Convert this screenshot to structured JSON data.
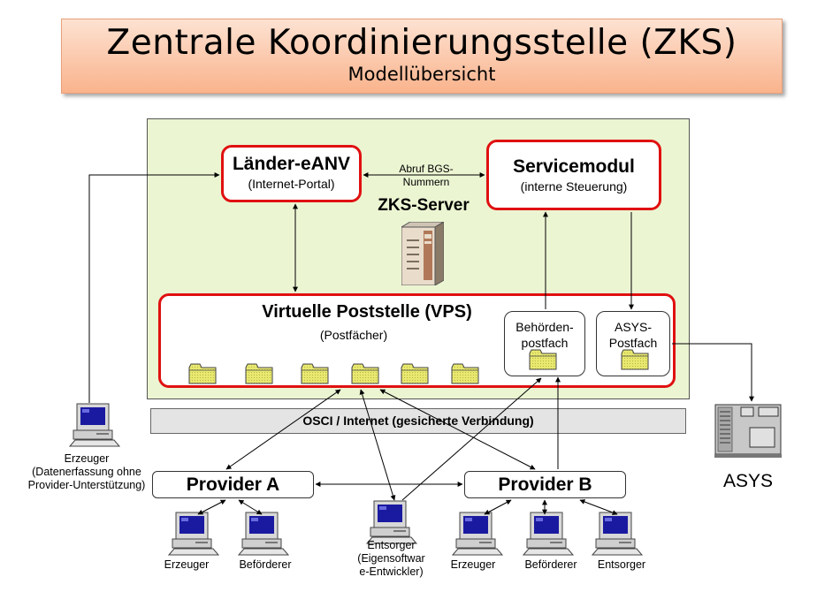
{
  "title": {
    "main": "Zentrale Koordinierungsstelle (ZKS)",
    "sub": "Modellübersicht"
  },
  "laender": {
    "title": "Länder-eANV",
    "subtitle": "(Internet-Portal)"
  },
  "service": {
    "title": "Servicemodul",
    "subtitle": "(interne Steuerung)"
  },
  "abruf": {
    "line1": "Abruf BGS-",
    "line2": "Nummern"
  },
  "server_label": "ZKS-Server",
  "vps": {
    "title": "Virtuelle Poststelle (VPS)",
    "subtitle": "(Postfächer)"
  },
  "behoerden": {
    "line1": "Behörden-",
    "line2": "postfach"
  },
  "asys_postfach": {
    "line1": "ASYS-",
    "line2": "Postfach"
  },
  "osci": "OSCI / Internet   (gesicherte Verbindung)",
  "provider_a": "Provider A",
  "provider_b": "Provider B",
  "asys_label": "ASYS",
  "erzeuger_left": {
    "line1": "Erzeuger",
    "line2": "(Datenerfassung ohne",
    "line3": "Provider-Unterstützung)"
  },
  "a_erzeuger": "Erzeuger",
  "a_befoerderer": "Beförderer",
  "entsorger_mid": {
    "line1": "Entsorger",
    "line2": "(Eigensoftwar",
    "line3": "e-Entwickler)"
  },
  "b_erzeuger": "Erzeuger",
  "b_befoerderer": "Beförderer",
  "b_entsorger": "Entsorger",
  "colors": {
    "border_red": "#e01010",
    "server_bg": "#ebf5d2",
    "folder": "#e8e870",
    "title_bg": "#f9b38c"
  }
}
